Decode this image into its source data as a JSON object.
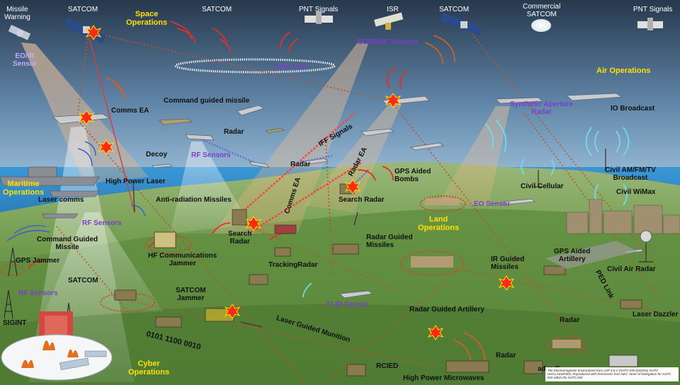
{
  "colors": {
    "sky_top": "#2a3d52",
    "sky_mid": "#6f93b3",
    "sea": "#2f86c4",
    "land": "#6f9a4a",
    "title_yellow": "#ffe000",
    "sensor_purple": "#7a3fd0",
    "threat_red": "#ff2a10",
    "beam_orange": "#f2b27a"
  },
  "labels": {
    "missile_warning": "Missile\nWarning",
    "satcom_1": "SATCOM",
    "space_operations": "Space\nOperations",
    "satcom_2": "SATCOM",
    "pnt_signals_1": "PNT Signals",
    "isr": "ISR",
    "satcom_3": "SATCOM",
    "commercial_satcom": "Commercial\nSATCOM",
    "pnt_signals_2": "PNT Signals",
    "eo_ir_sensor": "EO/IR\nSensor",
    "eo_ir_rf_sensors": "EO/IR/RF Sensors",
    "data_link": "Data Link",
    "air_operations": "Air Operations",
    "command_guided_missile": "Command guided missile",
    "comms_ea_1": "Comms EA",
    "synthetic_aperture_radar": "Synthetic Aperture\nRadar",
    "io_broadcast": "IO Broadcast",
    "radar_1": "Radar",
    "decoy": "Decoy",
    "rf_sensors_1": "RF Sensors",
    "iff_signals": "IFF Signals",
    "radar_2": "Radar",
    "radar_ea": "Radar EA",
    "gps_aided_bombs": "GPS Aided\nBombs",
    "civil_cellular": "Civil Cellular",
    "civil_am_fm_tv": "Civil AM/FM/TV\nBroadcast",
    "civil_wimax": "Civil WiMax",
    "maritime_operations": "Maritime\nOperations",
    "high_power_laser": "High Power Laser",
    "comms_ea_2": "Comms EA",
    "search_radar_1": "Search Radar",
    "eo_sensor": "EO Sensor",
    "land_operations": "Land\nOperations",
    "laser_comms": "Laser comms",
    "anti_radiation_missiles": "Anti-radiation Missiles",
    "rf_sensors_2": "RF Sensors",
    "search_radar_2": "Search\nRadar",
    "radar_guided_missiles": "Radar Guided\nMissiles",
    "command_guided_missile_2": "Command Guided\nMissile",
    "hf_comms_jammer": "HF Communications\nJammer",
    "gps_jammer": "GPS Jammer",
    "tracking_radar": "TrackingRadar",
    "ir_guided_missiles": "IR Guided\nMissiles",
    "gps_aided_artillery": "GPS Aided\nArtillery",
    "civil_air_radar": "Civil  Air Radar",
    "ped_link": "PED Link",
    "satcom_4": "SATCOM",
    "rf_sensors_3": "RF Sensors",
    "satcom_jammer": "SATCOM\nJammer",
    "flir_sensor": "FLIR Sensor",
    "radar_guided_artillery": "Radar Guided Artillery",
    "radar_3": "Radar",
    "laser_dazzler": "Laser Dazzler",
    "sigint": "SIGINT",
    "laser_guided_munition": "Laser Guided Munition",
    "binary": "0101 1100 0010",
    "cyber_operations": "Cyber\nOperations",
    "rcied": "RCIED",
    "high_power_microwaves": "High Power Microwaves",
    "radar_4": "Radar",
    "radar_g_partial": "adar G"
  },
  "caption": "The Electromagnetic Environment  from AJP-3.6 C (NATO EW Doctrine) NATO UNCLASSIFIED; Reproduced with Permission from NEC Head Of Delegation for NATO EW within the NATO EW"
}
